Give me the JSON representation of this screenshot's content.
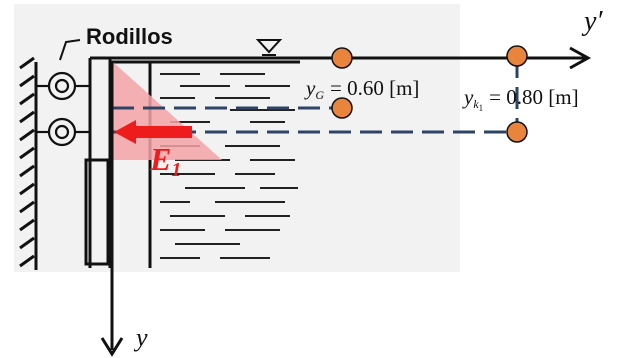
{
  "labels": {
    "rollers": "Rodillos",
    "force_E": "E",
    "force_sub": "1",
    "axis_y_prime": "y′",
    "axis_y": "y",
    "yG_var": "y",
    "yG_sub": "G",
    "yG_value": "= 0.60 [m]",
    "yk_var": "y",
    "yk_sub": "k",
    "yk_subsub": "1",
    "yk_value": "= 0.80 [m]"
  },
  "colors": {
    "force_red": "#ee1c1c",
    "pressure_fill": "#f4a3a8",
    "marker_fill": "#e8843c",
    "dashed_line": "#2e4466",
    "ink": "#111111"
  }
}
